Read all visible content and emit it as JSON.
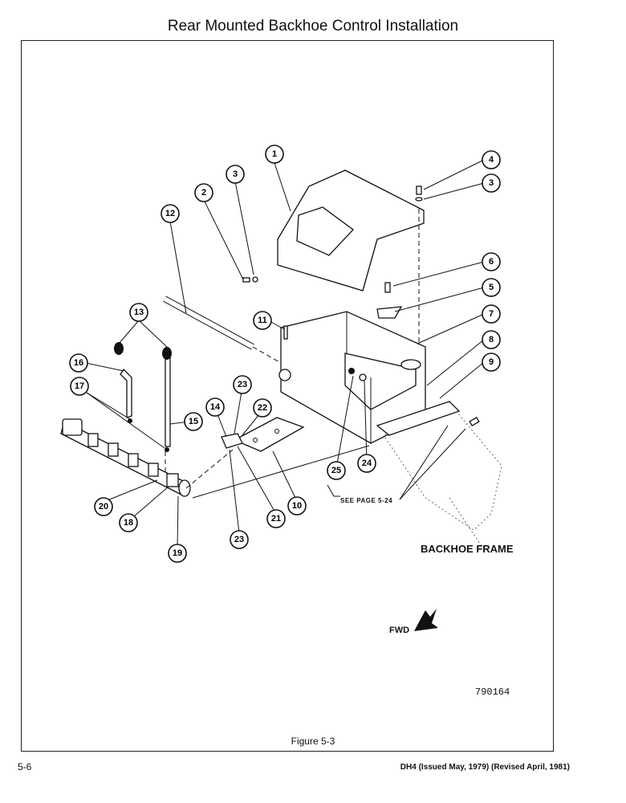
{
  "header": {
    "title": "Rear Mounted Backhoe Control Installation"
  },
  "figure": {
    "caption": "Figure 5-3",
    "drawing_number": "790164",
    "backhoe_frame_label": "BACKHOE FRAME",
    "fwd_label": "FWD",
    "see_page_label": "SEE PAGE 5-24",
    "callouts": [
      "1",
      "2",
      "3",
      "3",
      "4",
      "5",
      "6",
      "7",
      "8",
      "9",
      "10",
      "11",
      "12",
      "13",
      "14",
      "15",
      "16",
      "17",
      "18",
      "19",
      "20",
      "21",
      "22",
      "23",
      "23",
      "24",
      "25"
    ]
  },
  "footer": {
    "page_number": "5-6",
    "issue_info": "DH4 (Issued May, 1979) (Revised April, 1981)"
  }
}
